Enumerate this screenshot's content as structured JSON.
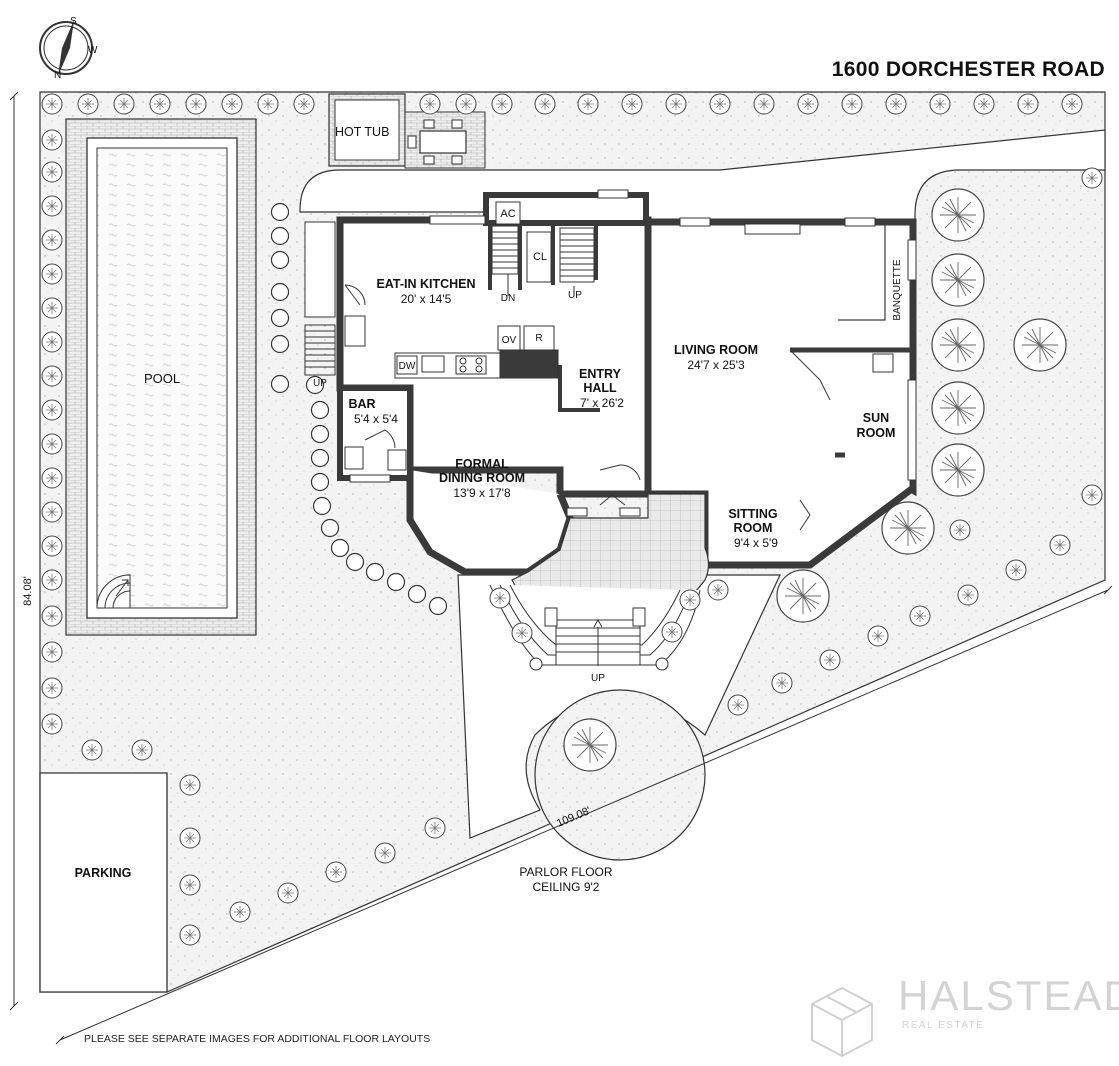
{
  "title": "1600 DORCHESTER ROAD",
  "compass": {
    "n": "N",
    "s": "S",
    "w": "W"
  },
  "rooms": {
    "hot_tub": "HOT TUB",
    "pool": "POOL",
    "kitchen": "EAT-IN KITCHEN",
    "kitchen_dim": "20' x 14'5",
    "ac": "AC",
    "cl": "CL",
    "dn": "DN",
    "up_stair": "UP",
    "up_side": "UP",
    "up_front": "UP",
    "dw": "DW",
    "ov": "OV",
    "r": "R",
    "bar": "BAR",
    "bar_dim": "5'4 x 5'4",
    "entry_1": "ENTRY",
    "entry_2": "HALL",
    "entry_dim": "7' x 26'2",
    "dining_1": "FORMAL",
    "dining_2": "DINING ROOM",
    "dining_dim": "13'9 x 17'8",
    "living": "LIVING ROOM",
    "living_dim": "24'7 x 25'3",
    "banquette": "BANQUETTE",
    "sun_1": "SUN",
    "sun_2": "ROOM",
    "sitting_1": "SITTING",
    "sitting_2": "ROOM",
    "sitting_dim": "9'4 x 5'9",
    "parking": "PARKING"
  },
  "dimensions": {
    "width": "109.08'",
    "depth": "84.08'"
  },
  "floor": {
    "name": "PARLOR FLOOR",
    "ceiling": "CEILING 9'2"
  },
  "footnote": "PLEASE SEE SEPARATE IMAGES FOR ADDITIONAL FLOOR LAYOUTS",
  "brand": {
    "name": "HALSTEAD",
    "sub": "REAL ESTATE"
  },
  "colors": {
    "lawn": "#f4f4f4",
    "wall": "#3a3a3a",
    "patio": "#e6e6e6",
    "line": "#222222"
  }
}
